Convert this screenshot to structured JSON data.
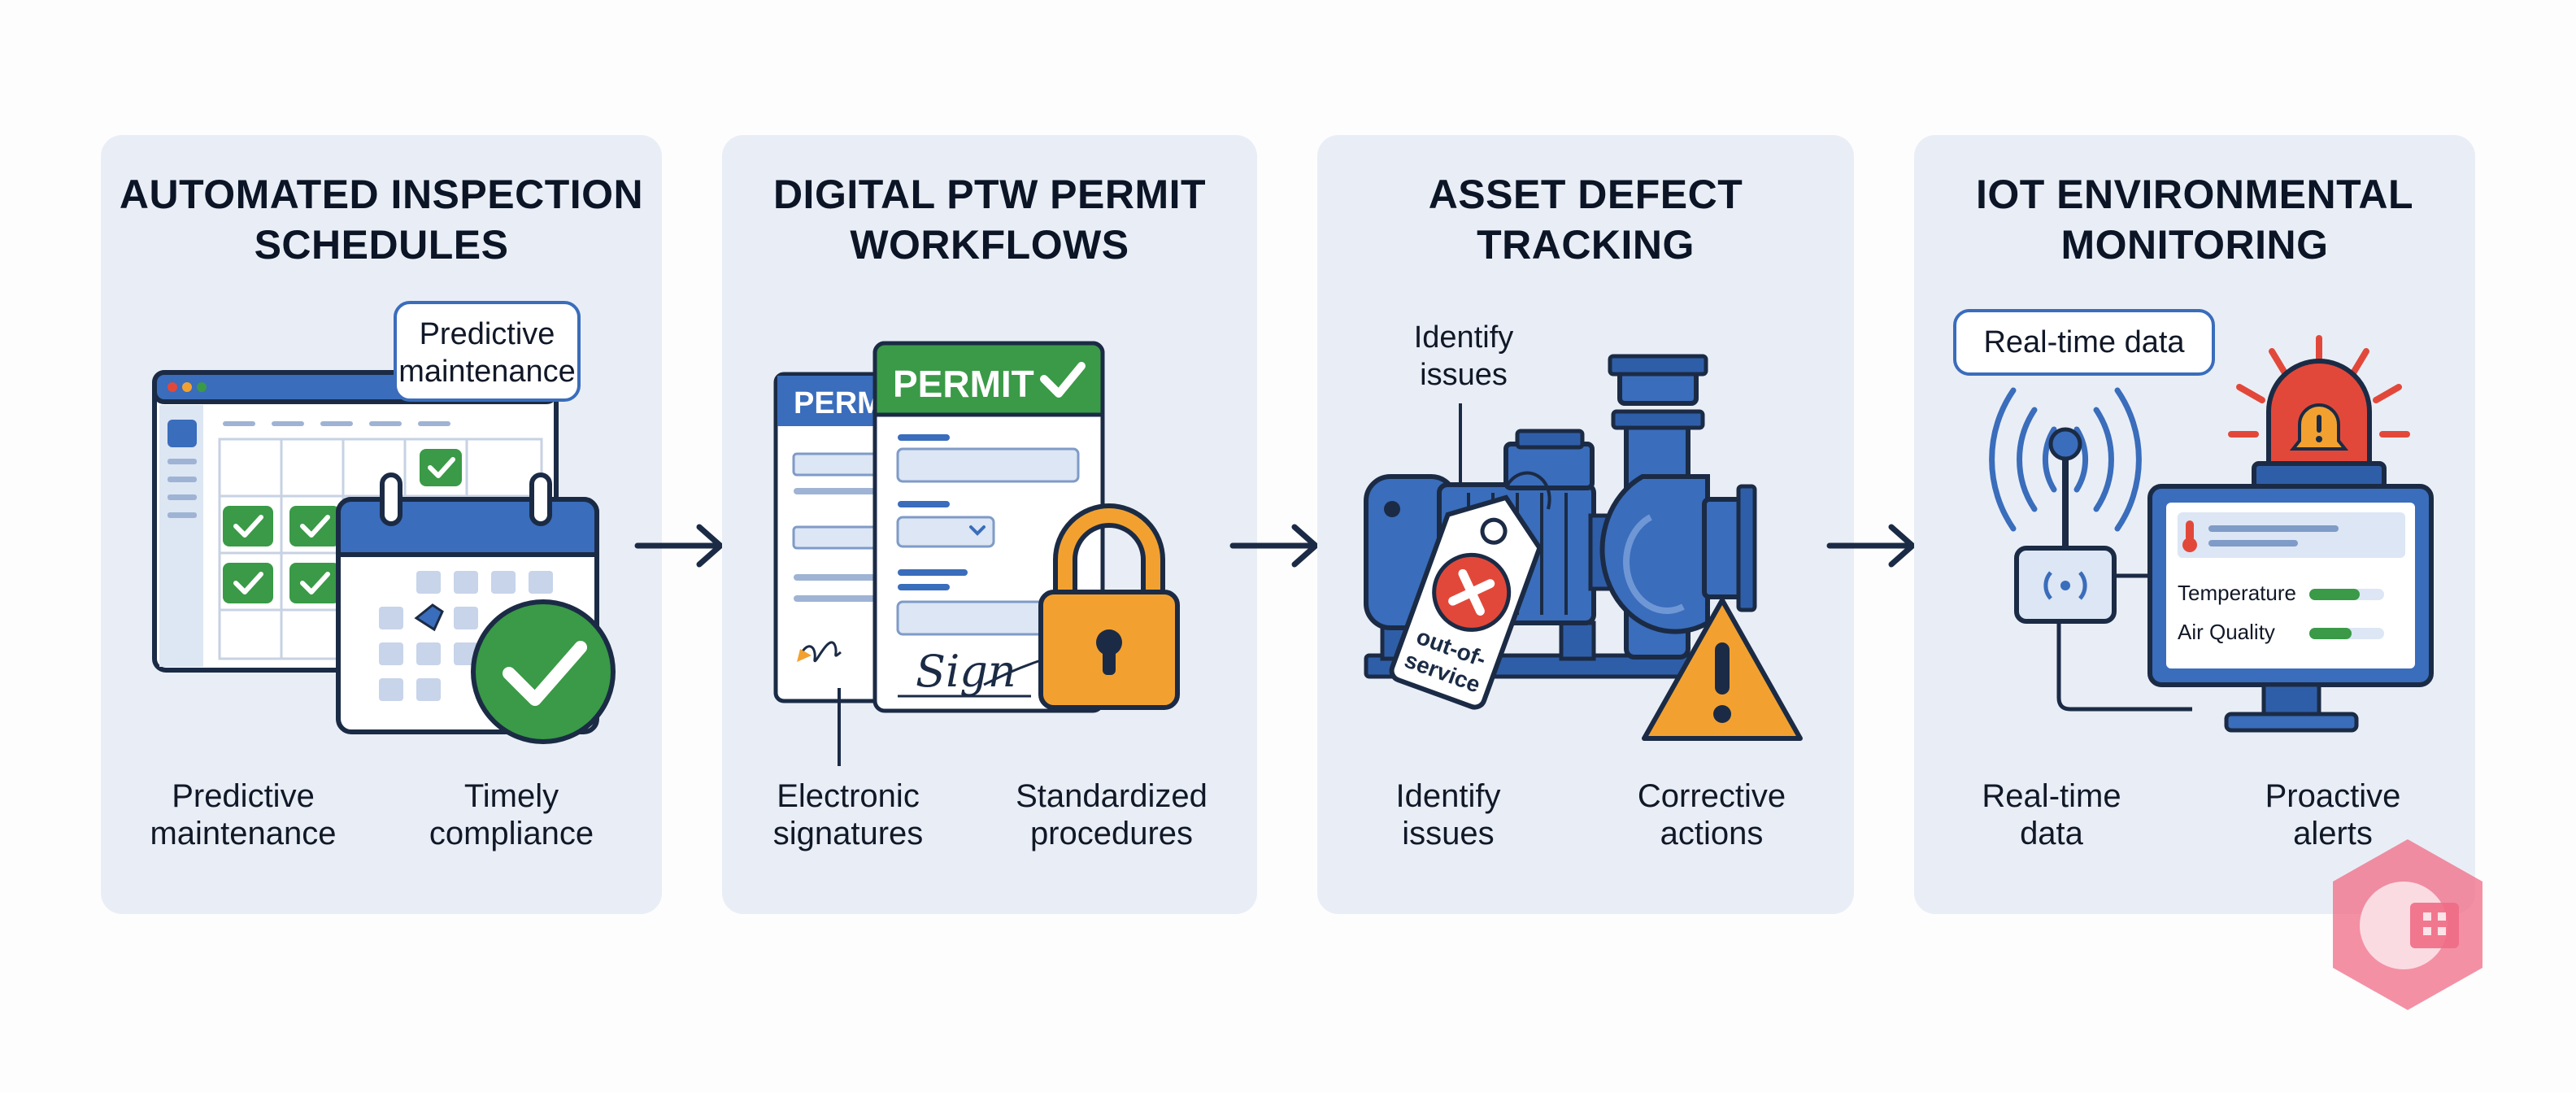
{
  "panels": [
    {
      "title_line1": "AUTOMATED INSPECTION",
      "title_line2": "SCHEDULES",
      "callout_line1": "Predictive",
      "callout_line2": "maintenance",
      "caption_left_line1": "Predictive",
      "caption_left_line2": "maintenance",
      "caption_right_line1": "Timely",
      "caption_right_line2": "compliance"
    },
    {
      "title_line1": "DIGITAL PTW PERMIT",
      "title_line2": "WORKFLOWS",
      "permit_label": "PERMIT",
      "permit_back_label": "PERM",
      "sign_text": "Sign",
      "caption_left_line1": "Electronic",
      "caption_left_line2": "signatures",
      "caption_right_line1": "Standardized",
      "caption_right_line2": "procedures"
    },
    {
      "title_line1": "ASSET DEFECT",
      "title_line2": "TRACKING",
      "callout_line1": "Identify",
      "callout_line2": "issues",
      "tag_line1": "out-of-",
      "tag_line2": "service",
      "caption_left_line1": "Identify",
      "caption_left_line2": "issues",
      "caption_right_line1": "Corrective",
      "caption_right_line2": "actions"
    },
    {
      "title_line1": "IOT ENVIRONMENTAL",
      "title_line2": "MONITORING",
      "callout": "Real-time data",
      "sensor_temp": "Temperature",
      "sensor_air": "Air Quality",
      "caption_left_line1": "Real-time",
      "caption_left_line2": "data",
      "caption_right_line1": "Proactive",
      "caption_right_line2": "alerts"
    }
  ],
  "colors": {
    "panel_bg": "#e9eef6",
    "navy": "#1b2b45",
    "blue": "#3a6dbb",
    "green": "#3a9a47",
    "orange": "#f2a130",
    "red": "#e2483a"
  }
}
